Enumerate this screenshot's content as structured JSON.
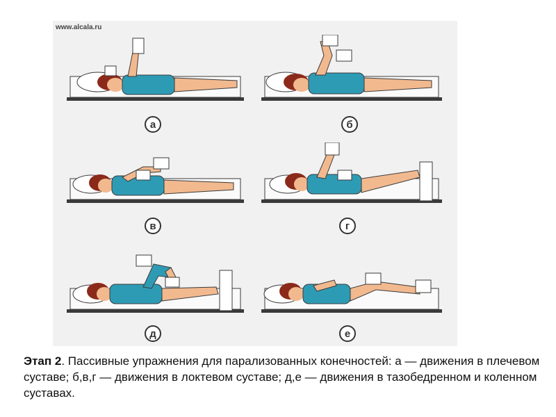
{
  "figure": {
    "watermark": "www.alcala.ru",
    "panels": [
      {
        "label": "а"
      },
      {
        "label": "б"
      },
      {
        "label": "в"
      },
      {
        "label": "г"
      },
      {
        "label": "д"
      },
      {
        "label": "е"
      }
    ]
  },
  "caption": {
    "stage": "Этап 2",
    "text": ". Пассивные упражнения для парализованных конечностей: а — движения в плечевом суставе; б,в,г — движения в локтевом суставе; д,е — движения в тазобедренном и коленном суставах."
  },
  "colors": {
    "suit": "#2e9bb5",
    "skin": "#f2b98f",
    "hair": "#8b2a1a",
    "outline": "#3a3a3a",
    "background": "#f1f1f1"
  }
}
